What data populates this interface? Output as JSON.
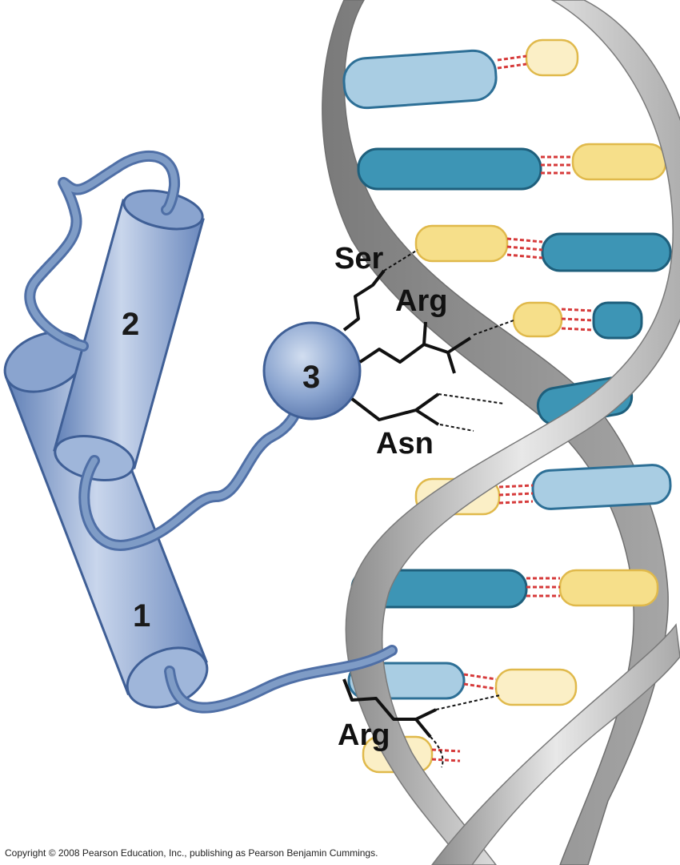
{
  "residues": {
    "ser": "Ser",
    "arg_upper": "Arg",
    "asn": "Asn",
    "arg_lower": "Arg"
  },
  "helices": {
    "helix1": "1",
    "helix2": "2",
    "helix3": "3"
  },
  "copyright": "Copyright © 2008 Pearson Education, Inc., publishing as Pearson Benjamin Cummings.",
  "colors": {
    "protein": "#7f9cc6",
    "protein_dark": "#4f6fa6",
    "base_dark_blue": "#3d95b5",
    "base_light_blue": "#a9cde3",
    "base_yellow": "#f6df8a",
    "base_pale_yellow": "#fbefc6",
    "backbone": "#b8b8b8",
    "hbond": "#d63a3a"
  }
}
